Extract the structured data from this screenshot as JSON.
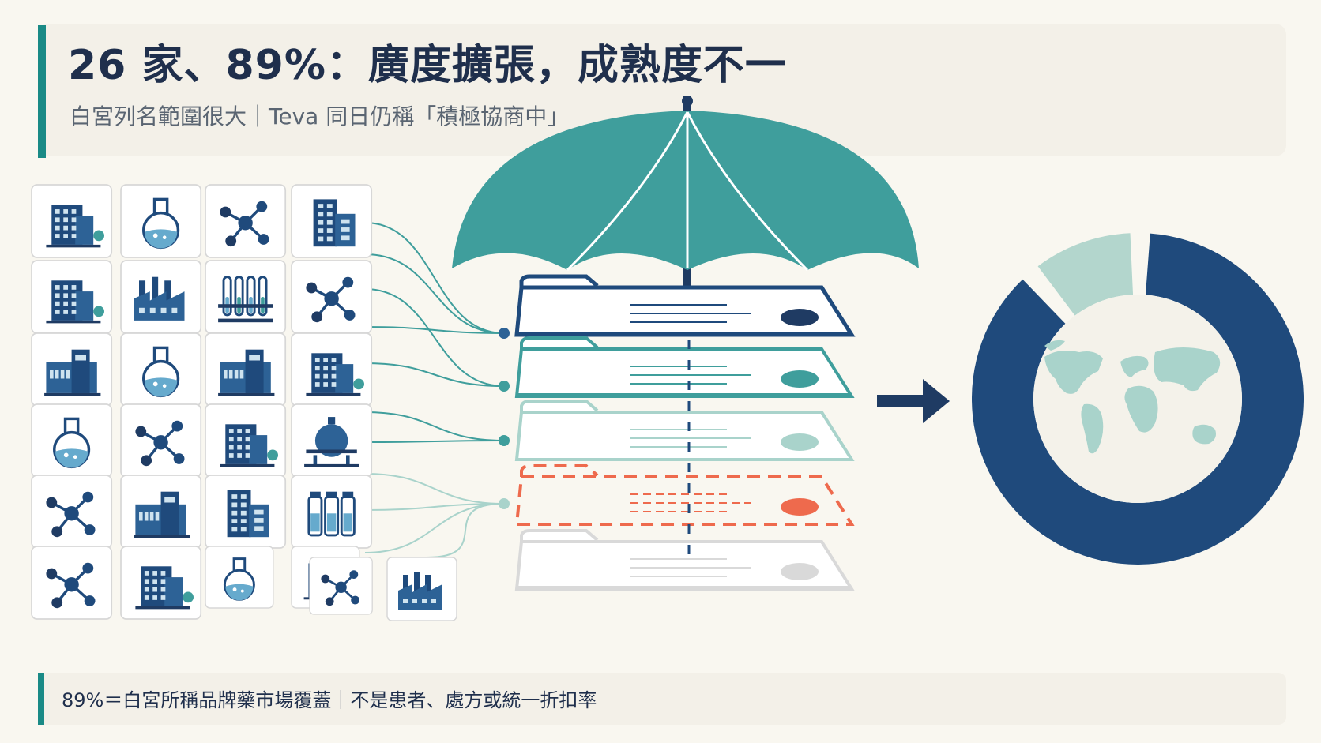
{
  "header": {
    "title": "26 家、89%：廣度擴張，成熟度不一",
    "subtitle": "白宮列名範圍很大｜Teva 同日仍稱「積極協商中」"
  },
  "footer": {
    "note": "89%＝白宮所稱品牌藥市場覆蓋｜不是患者、處方或統一折扣率"
  },
  "coverage": {
    "covered_fraction": 0.89
  },
  "colors": {
    "navy": "#1f4a7c",
    "teal": "#3f9e9c",
    "light_teal": "#a9d3cb",
    "orange": "#ee6a4d",
    "gray": "#d9d9d9",
    "accent": "#1a8a86"
  },
  "tiles": [
    {
      "icon": "office-building-icon"
    },
    {
      "icon": "flask-icon"
    },
    {
      "icon": "molecule-icon"
    },
    {
      "icon": "tower-building-icon"
    },
    {
      "icon": "office-building-icon"
    },
    {
      "icon": "factory-icon"
    },
    {
      "icon": "test-tubes-icon"
    },
    {
      "icon": "molecule-icon"
    },
    {
      "icon": "lab-building-icon"
    },
    {
      "icon": "flask-icon"
    },
    {
      "icon": "lab-building-icon"
    },
    {
      "icon": "office-building-icon"
    },
    {
      "icon": "flask-icon"
    },
    {
      "icon": "molecule-icon"
    },
    {
      "icon": "office-building-icon"
    },
    {
      "icon": "tank-plant-icon"
    },
    {
      "icon": "molecule-icon"
    },
    {
      "icon": "lab-building-icon"
    },
    {
      "icon": "tower-building-icon"
    },
    {
      "icon": "vials-icon"
    },
    {
      "icon": "molecule-icon"
    },
    {
      "icon": "office-building-icon"
    },
    {
      "icon": "flask-icon"
    },
    {
      "icon": "office-building-icon"
    },
    {
      "icon": "molecule-icon"
    },
    {
      "icon": "factory-icon"
    }
  ],
  "agreements": [
    {
      "status": "navy"
    },
    {
      "status": "teal"
    },
    {
      "status": "light_teal"
    },
    {
      "status": "orange"
    },
    {
      "status": "gray"
    }
  ]
}
